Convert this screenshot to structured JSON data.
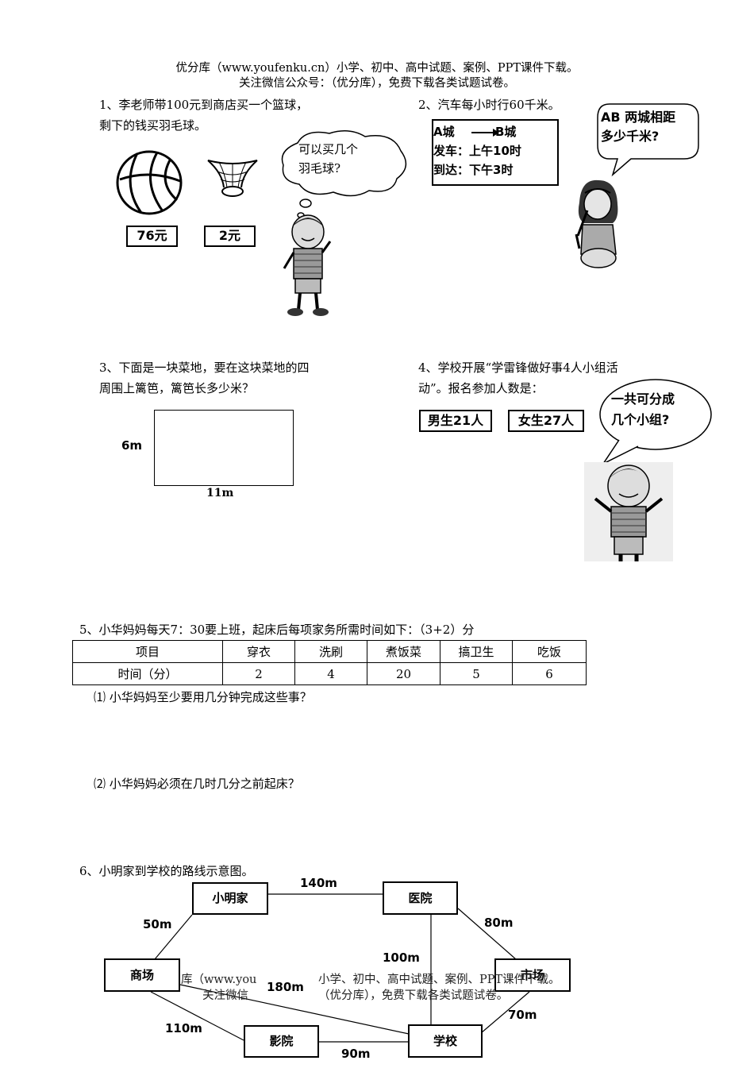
{
  "header": {
    "line1": "优分库（www.youfenku.cn）小学、初中、高中试题、案例、PPT课件下载。",
    "line2": "关注微信公众号：（优分库），免费下载各类试题试卷。"
  },
  "q1": {
    "line1": "1、李老师带100元到商店买一个篮球，",
    "line2": "剩下的钱买羽毛球。",
    "basketball_price": "76元",
    "shuttle_price": "2元",
    "bubble_line1": "可以买几个",
    "bubble_line2": "羽毛球?"
  },
  "q2": {
    "line1": "2、汽车每小时行60千米。",
    "info_a": "A城",
    "info_b": "B城",
    "depart": "发车：上午10时",
    "arrive": "到达：下午3时",
    "bubble_line1": "AB 两城相距",
    "bubble_line2": "多少千米?"
  },
  "q3": {
    "line1": "3、下面是一块菜地，要在这块菜地的四",
    "line2": "周围上篱笆，篱笆长多少米？",
    "height_label": "6m",
    "width_label": "11m"
  },
  "q4": {
    "line1": "4、学校开展“学雷锋做好事4人小组活",
    "line2": "动”。报名参加人数是：",
    "boys": "男生21人",
    "girls": "女生27人",
    "bubble_line1": "一共可分成",
    "bubble_line2": "几个小组?"
  },
  "q5": {
    "line1": "5、小华妈妈每天7：30要上班，起床后每项家务所需时间如下：（3+2）分",
    "headers": [
      "项目",
      "穿衣",
      "洗刷",
      "煮饭菜",
      "搞卫生",
      "吃饭"
    ],
    "values": [
      "时间（分）",
      "2",
      "4",
      "20",
      "5",
      "6"
    ],
    "sub1": "⑴ 小华妈妈至少要用几分钟完成这些事？",
    "sub2": "⑵ 小华妈妈必须在几时几分之前起床？"
  },
  "q6": {
    "line1": "6、小明家到学校的路线示意图。",
    "nodes": {
      "home": "小明家",
      "hospital": "医院",
      "mall": "商场",
      "market": "市场",
      "cinema": "影院",
      "school": "学校"
    },
    "edges": {
      "home_hospital": "140m",
      "home_mall": "50m",
      "hospital_market": "80m",
      "hospital_school": "100m",
      "mall_school": "180m",
      "mall_cinema": "110m",
      "cinema_school": "90m",
      "market_school": "70m"
    },
    "watermark_line1_a": "库（www.you",
    "watermark_line1_b": "小学、初中、高中试题、案例、PPT课件下载。",
    "watermark_line2_a": "关注微信",
    "watermark_line2_b": "（优分库），免费下载各类试题试卷。"
  }
}
